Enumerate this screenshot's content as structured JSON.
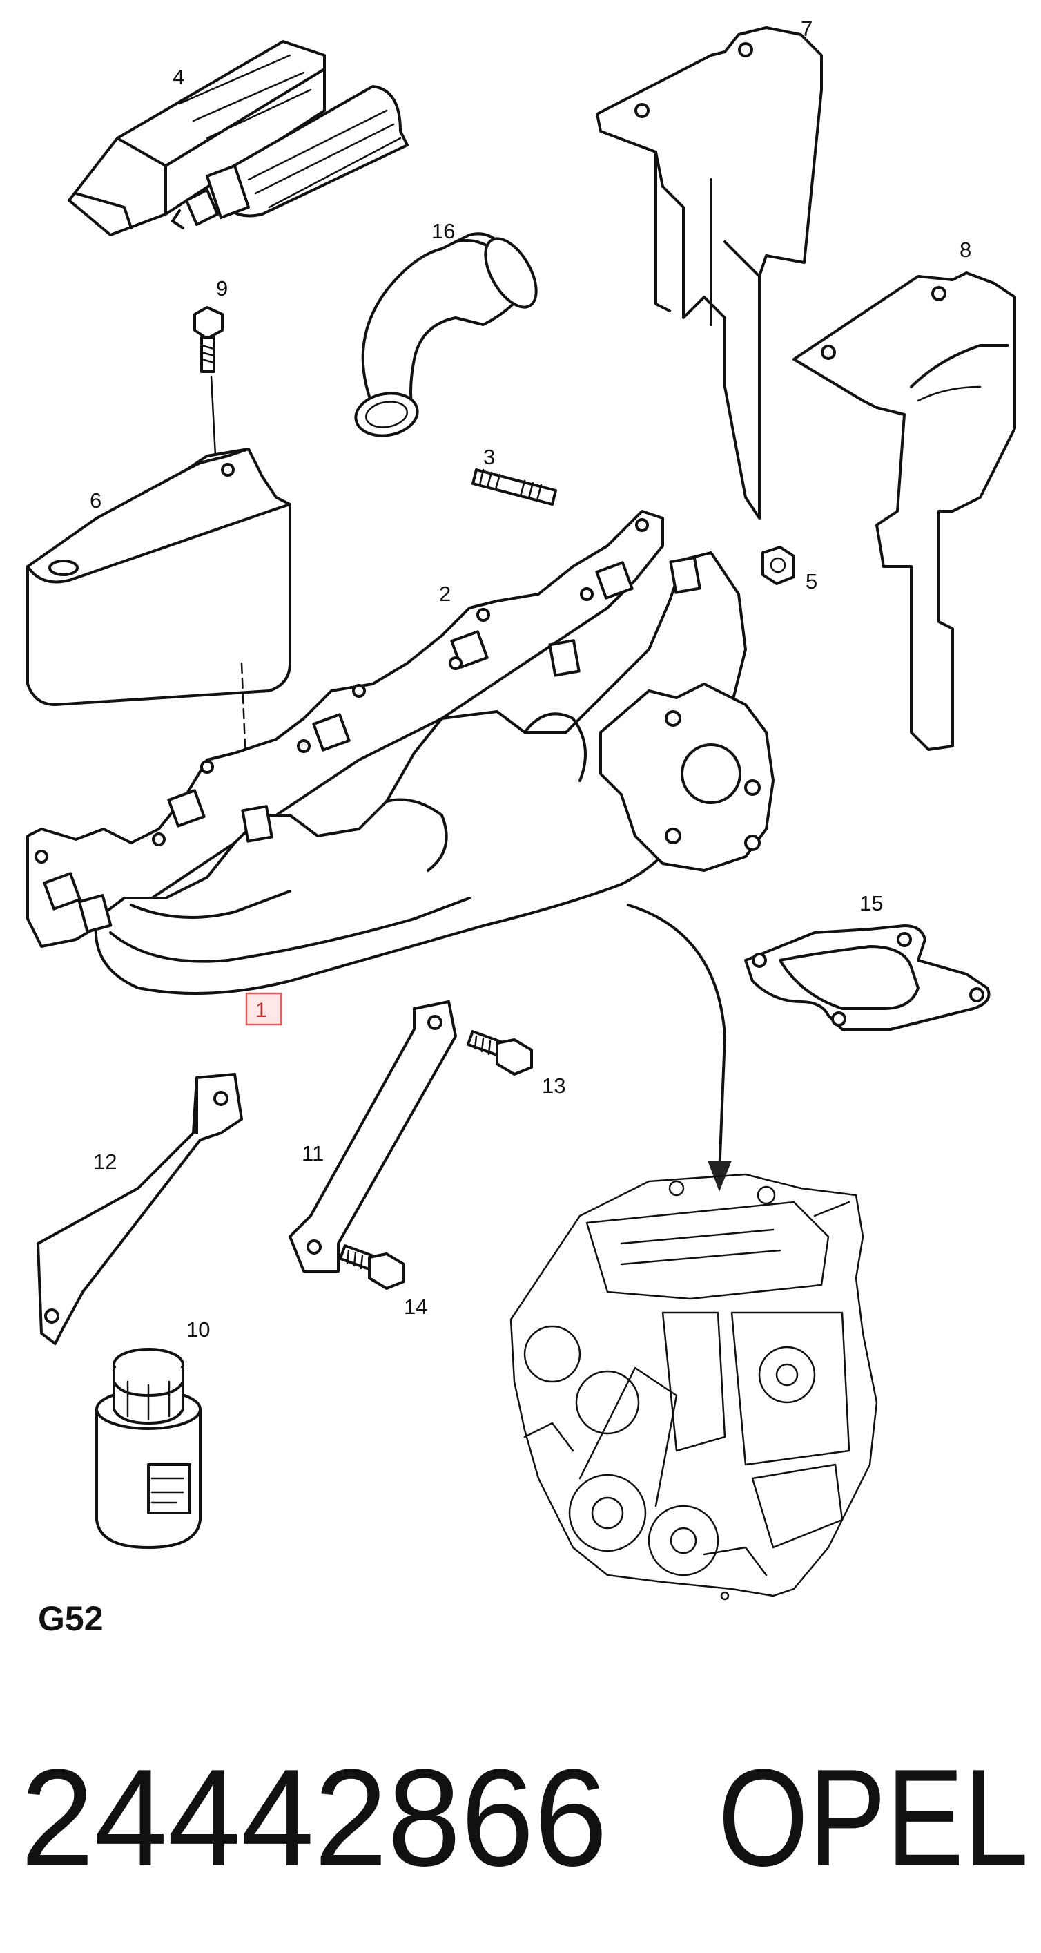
{
  "diagram": {
    "callouts": {
      "c1": "1",
      "c2": "2",
      "c3": "3",
      "c4": "4",
      "c5": "5",
      "c6": "6",
      "c7": "7",
      "c8": "8",
      "c9": "9",
      "c10": "10",
      "c11": "11",
      "c12": "12",
      "c13": "13",
      "c14": "14",
      "c15": "15",
      "c16": "16"
    },
    "highlighted_callout": "1",
    "diagram_code": "G52"
  },
  "footer": {
    "part_number": "24442866",
    "brand": "OPEL"
  },
  "colors": {
    "line": "#111111",
    "highlight": "#e06060",
    "background": "#ffffff"
  }
}
